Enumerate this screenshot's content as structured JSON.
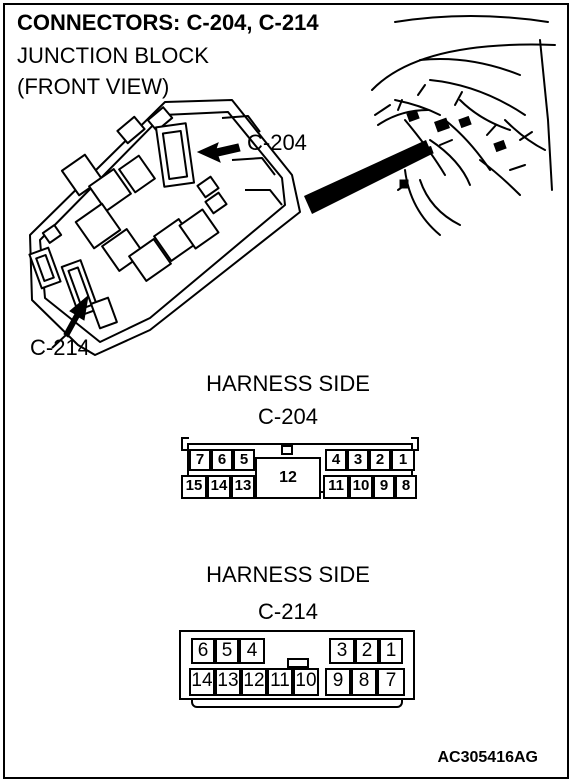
{
  "header": {
    "title": "CONNECTORS: C-204, C-214",
    "line1": "JUNCTION BLOCK",
    "line2": "(FRONT VIEW)"
  },
  "callouts": {
    "c204": "C-204",
    "c214": "C-214"
  },
  "connector_c204": {
    "side_label": "HARNESS SIDE",
    "name": "C-204",
    "top_left": [
      "7",
      "6",
      "5"
    ],
    "top_right": [
      "4",
      "3",
      "2",
      "1"
    ],
    "center": "12",
    "bottom_left": [
      "15",
      "14",
      "13"
    ],
    "bottom_right": [
      "11",
      "10",
      "9",
      "8"
    ]
  },
  "connector_c214": {
    "side_label": "HARNESS SIDE",
    "name": "C-214",
    "top_left": [
      "6",
      "5",
      "4"
    ],
    "top_right": [
      "3",
      "2",
      "1"
    ],
    "bottom": [
      "14",
      "13",
      "12",
      "11",
      "10",
      "9",
      "8",
      "7"
    ]
  },
  "figure_code": "AC305416AG"
}
